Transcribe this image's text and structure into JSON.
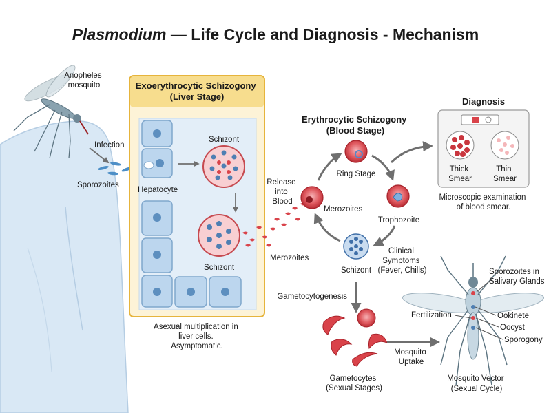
{
  "title": {
    "italic": "Plasmodium",
    "rest": " — Life Cycle and Diagnosis - Mechanism"
  },
  "human_host": {
    "mosquito_label": [
      "Anopheles",
      "mosquito"
    ],
    "infection": "Infection",
    "sporozoites": "Sporozoites"
  },
  "liver_stage": {
    "header": [
      "Exoerythrocytic Schizogony",
      "(Liver Stage)"
    ],
    "hepatocyte": "Hepatocyte",
    "schizont_top": "Schizont",
    "schizont_bottom": "Schizont",
    "merozoites": "Merozoites",
    "caption": [
      "Asexual multiplication in",
      "liver cells.",
      "Asymptomatic."
    ]
  },
  "blood_stage": {
    "header": [
      "Erythrocytic Schizogony",
      "(Blood Stage)"
    ],
    "release": [
      "Release",
      "into",
      "Blood"
    ],
    "ring_stage": "Ring Stage",
    "merozoites": "Merozoites",
    "trophozoite": "Trophozoite",
    "schizont": "Schizont",
    "clinical": [
      "Clinical",
      "Symptoms",
      "(Fever, Chills)"
    ],
    "gametocytogenesis": "Gametocytogenesis"
  },
  "diagnosis": {
    "header": "Diagnosis",
    "thick": [
      "Thick",
      "Smear"
    ],
    "thin": [
      "Thin",
      "Smear"
    ],
    "caption": [
      "Microscopic examination",
      "of blood smear."
    ]
  },
  "sexual": {
    "gametocytes": [
      "Gametocytes",
      "(Sexual Stages)"
    ],
    "uptake": [
      "Mosquito",
      "Uptake"
    ]
  },
  "mosquito_vector": {
    "sporozoites_glands": [
      "Sporozoites in",
      "Salivary Glands"
    ],
    "fertilization": "Fertilization",
    "ookinete": "Ookinete",
    "oocyst": "Oocyst",
    "sporogony": "Sporogony",
    "caption": [
      "Mosquito Vector",
      "(Sexual Cycle)"
    ]
  },
  "colors": {
    "liver_panel": "#fdf3d7",
    "liver_border": "#e6b43c",
    "rbc": "#d9434a",
    "skin": "#d9e8f5",
    "arrow": "#6f6f6f"
  }
}
